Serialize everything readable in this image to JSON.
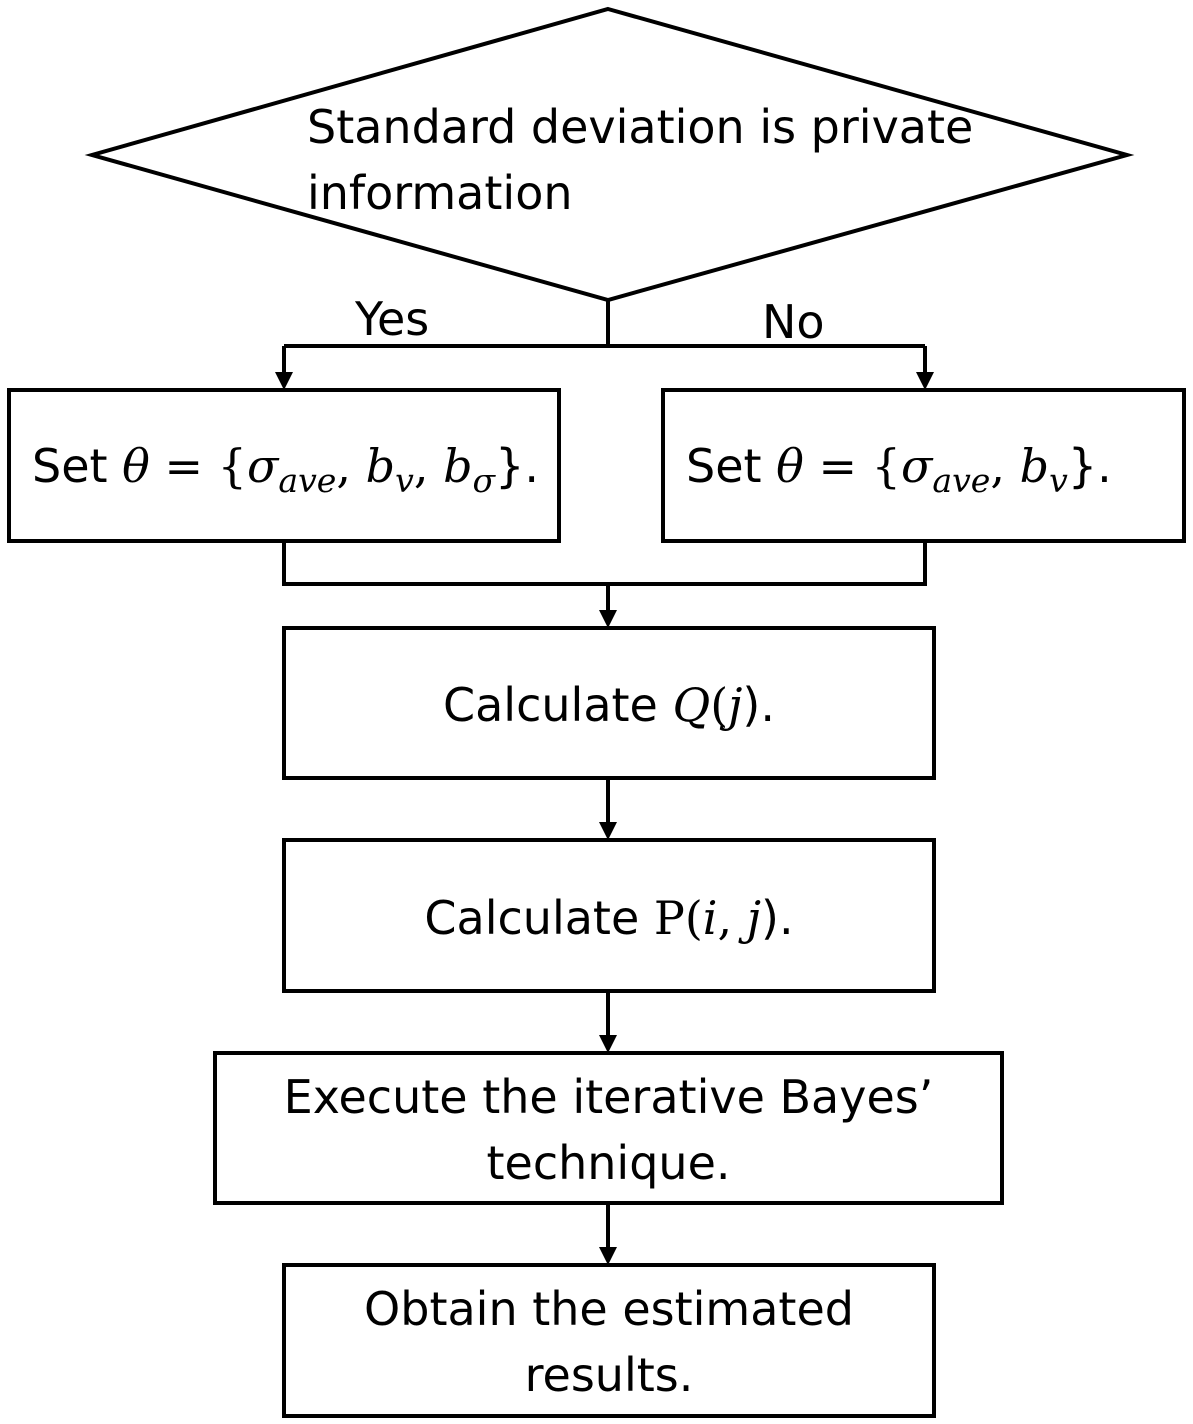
{
  "decision": {
    "line1": "Standard deviation is private",
    "line2": "information"
  },
  "branches": {
    "yes": "Yes",
    "no": "No"
  },
  "boxes": {
    "set_yes": {
      "prefix": "Set ",
      "theta": "θ",
      "eq": " = {",
      "sigma": "σ",
      "sub_ave": "ave",
      "comma1": ", ",
      "b1": "b",
      "sub_v": "v",
      "comma2": ", ",
      "b2": "b",
      "sub_sigma": "σ",
      "close": "}."
    },
    "set_no": {
      "prefix": "Set ",
      "theta": "θ",
      "eq": " = {",
      "sigma": "σ",
      "sub_ave": "ave",
      "comma1": ", ",
      "b1": "b",
      "sub_v": "v",
      "close": "}."
    },
    "calc_q": {
      "prefix": "Calculate ",
      "func": "Q",
      "open": "(",
      "arg": "j",
      "close": ")."
    },
    "calc_p": {
      "prefix": "Calculate ",
      "func": "P",
      "open": "(",
      "arg1": "i",
      "sep": ", ",
      "arg2": "j",
      "close": ")."
    },
    "bayes": {
      "line1": "Execute the iterative Bayes’",
      "line2": "technique."
    },
    "results": {
      "line1": "Obtain the estimated",
      "line2": "results."
    }
  }
}
